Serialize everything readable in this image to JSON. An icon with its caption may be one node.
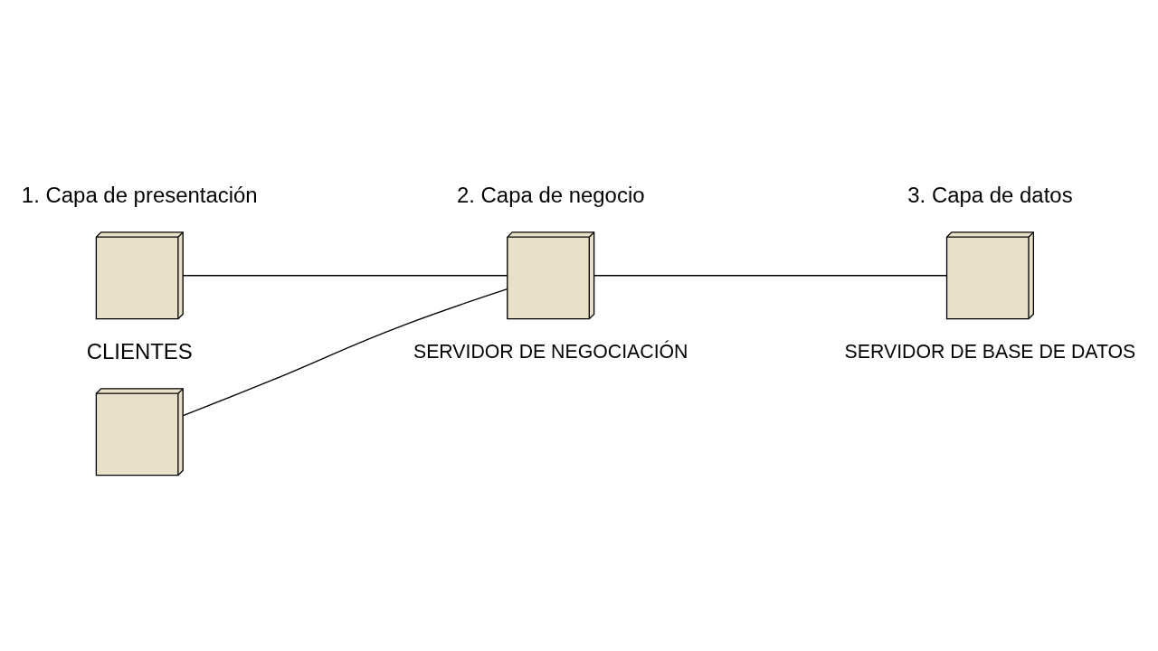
{
  "diagram": {
    "nodes": [
      {
        "text": [],
        "shape": "picture"
      },
      {
        "text": [],
        "shape": "picture"
      },
      {
        "text": [],
        "shape": "picture",
        "beside": [
          "SERVIDOR DE NEGOCIACIÓN"
        ]
      },
      {
        "text": [],
        "shape": "picture",
        "beside": [
          "SERVIDOR DE BASE DE DATOS"
        ]
      }
    ],
    "edges": [
      {
        "from": 0,
        "to": 2,
        "arrow": "none"
      },
      {
        "from": 1,
        "to": 2,
        "arrow": "none"
      },
      {
        "from": 2,
        "to": 3,
        "arrow": "none"
      }
    ],
    "labels": [
      "1. Capa de presentación",
      "2. Capa de negocio",
      "3. Capa de datos",
      "CLIENTES"
    ]
  }
}
